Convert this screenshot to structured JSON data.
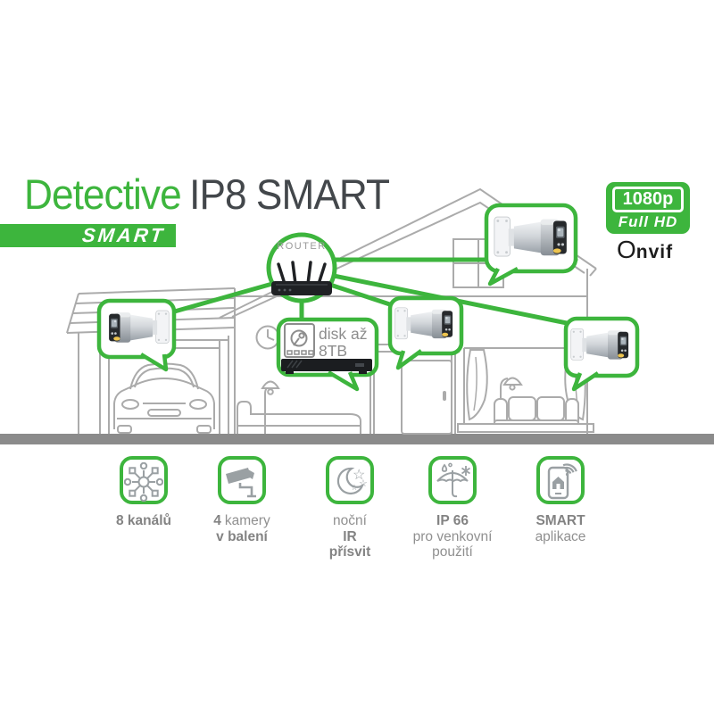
{
  "header": {
    "title_brand": "Detective",
    "title_model": "IP8 SMART",
    "banner": "SMART"
  },
  "badge": {
    "resolution": "1080p",
    "quality": "Full HD"
  },
  "onvif": {
    "initial": "O",
    "rest": "nvif"
  },
  "diagram": {
    "router_label": "ROUTER",
    "storage_line1": "disk až",
    "storage_line2": "8TB"
  },
  "features": [
    {
      "line1": "8 kanálů"
    },
    {
      "num": "4",
      "line1": "kamery",
      "line2": "v balení"
    },
    {
      "line1": "noční",
      "line2": "IR",
      "line3": "přísvit"
    },
    {
      "line1": "IP 66",
      "line2": "pro venkovní",
      "line3": "použití"
    },
    {
      "line1": "SMART",
      "line2": "aplikace"
    }
  ],
  "colors": {
    "accent_green": "#3db53d",
    "title_dark": "#43474b",
    "text_gray": "#909090",
    "house_line_gray": "#ababab",
    "ground_gray": "#8b8b8b"
  }
}
